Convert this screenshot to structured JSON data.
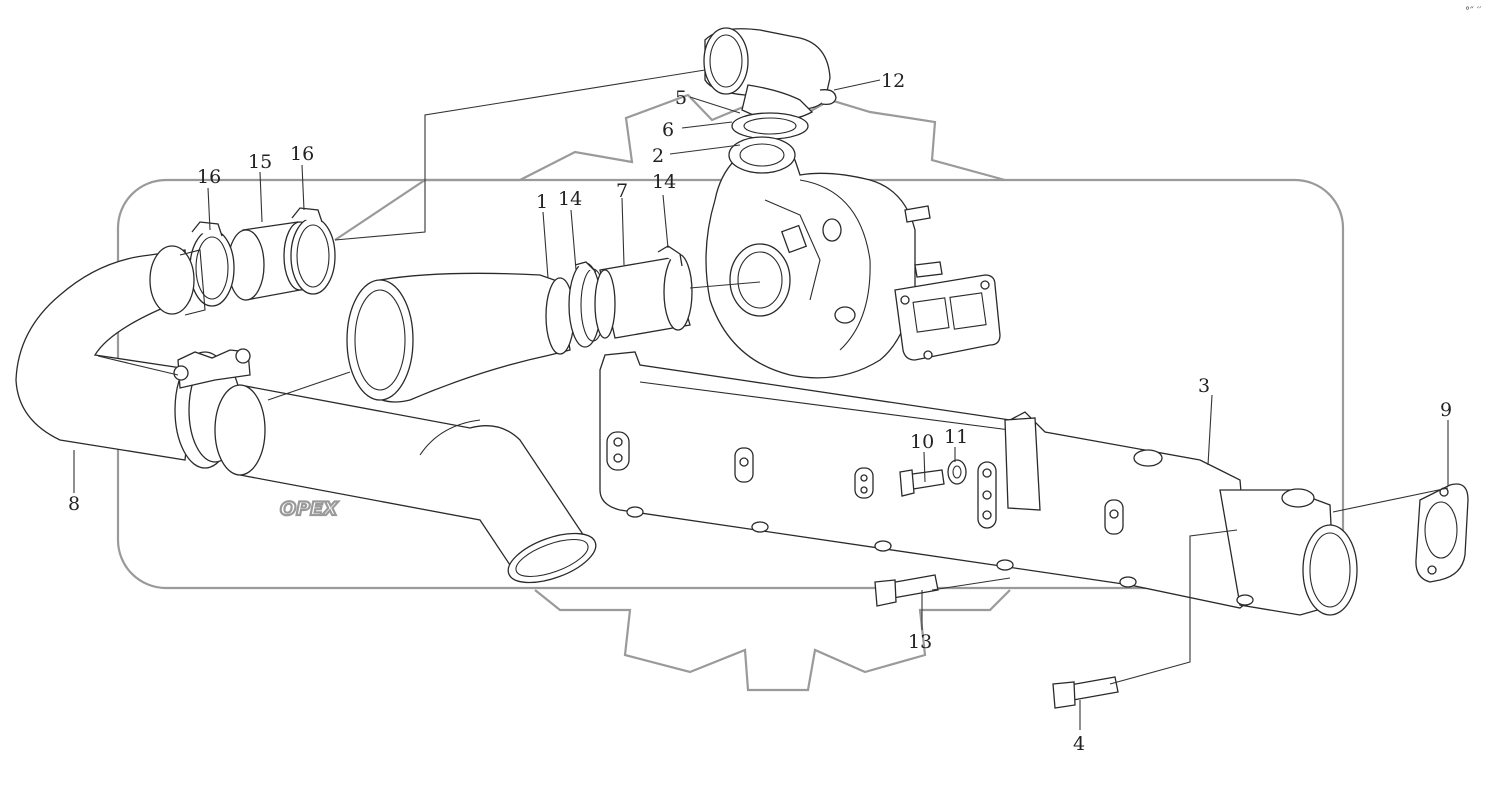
{
  "diagram": {
    "watermark": {
      "text": "OPEX"
    },
    "corner_mark": "°″ ′′",
    "callouts": [
      {
        "id": "c1",
        "label": "1"
      },
      {
        "id": "c2",
        "label": "2"
      },
      {
        "id": "c3",
        "label": "3"
      },
      {
        "id": "c4",
        "label": "4"
      },
      {
        "id": "c5",
        "label": "5"
      },
      {
        "id": "c6",
        "label": "6"
      },
      {
        "id": "c7",
        "label": "7"
      },
      {
        "id": "c8",
        "label": "8"
      },
      {
        "id": "c9",
        "label": "9"
      },
      {
        "id": "c10",
        "label": "10"
      },
      {
        "id": "c11",
        "label": "11"
      },
      {
        "id": "c12",
        "label": "12"
      },
      {
        "id": "c13",
        "label": "13"
      },
      {
        "id": "c14a",
        "label": "14"
      },
      {
        "id": "c14b",
        "label": "14"
      },
      {
        "id": "c15",
        "label": "15"
      },
      {
        "id": "c16a",
        "label": "16"
      },
      {
        "id": "c16b",
        "label": "16"
      }
    ]
  }
}
